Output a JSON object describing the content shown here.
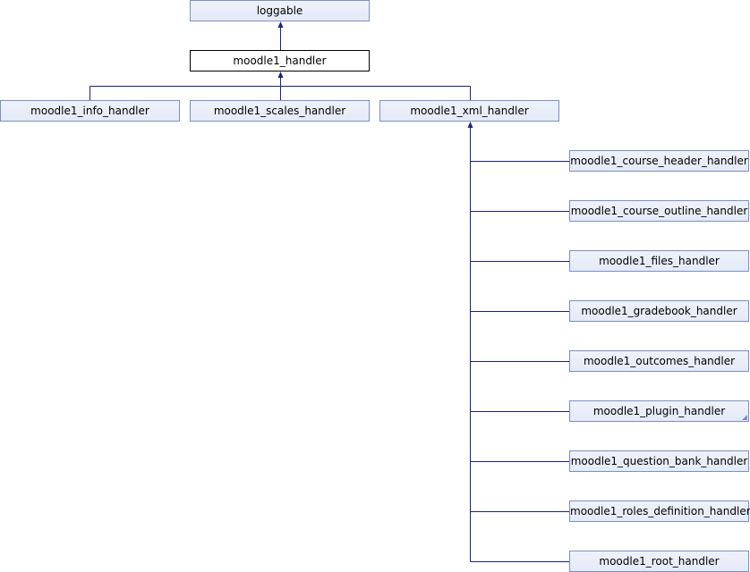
{
  "diagram": {
    "line_color": "#1b237a",
    "node_border_color": "#7b8fc6",
    "node_fill_color": "#e4eaf7",
    "current_border_color": "#000000",
    "nodes": {
      "loggable": "loggable",
      "moodle1_handler": "moodle1_handler",
      "moodle1_info_handler": "moodle1_info_handler",
      "moodle1_scales_handler": "moodle1_scales_handler",
      "moodle1_xml_handler": "moodle1_xml_handler",
      "moodle1_course_header_handler": "moodle1_course_header_handler",
      "moodle1_course_outline_handler": "moodle1_course_outline_handler",
      "moodle1_files_handler": "moodle1_files_handler",
      "moodle1_gradebook_handler": "moodle1_gradebook_handler",
      "moodle1_outcomes_handler": "moodle1_outcomes_handler",
      "moodle1_plugin_handler": "moodle1_plugin_handler",
      "moodle1_question_bank_handler": "moodle1_question_bank_handler",
      "moodle1_roles_definition_handler": "moodle1_roles_definition_handler",
      "moodle1_root_handler": "moodle1_root_handler"
    }
  }
}
